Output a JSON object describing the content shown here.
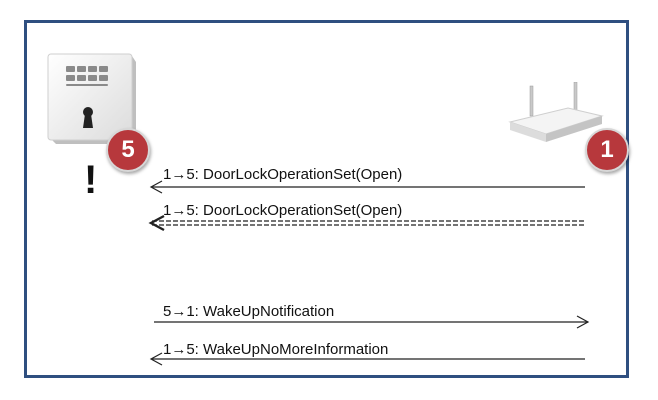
{
  "nodes": {
    "lock": {
      "badge": "5",
      "status_mark": "!",
      "color": "#b7383c"
    },
    "controller": {
      "badge": "1",
      "color": "#b7383c"
    }
  },
  "frame_color": "#2f4f80",
  "messages": [
    {
      "label": "1→5: DoorLockOperationSet(Open)",
      "direction": "to-lock",
      "style": "solid"
    },
    {
      "label": "1→5: DoorLockOperationSet(Open)",
      "direction": "to-lock",
      "style": "dashed-double"
    },
    {
      "label": "5→1: WakeUpNotification",
      "direction": "to-controller",
      "style": "solid"
    },
    {
      "label": "1→5: WakeUpNoMoreInformation",
      "direction": "to-lock",
      "style": "solid"
    }
  ]
}
